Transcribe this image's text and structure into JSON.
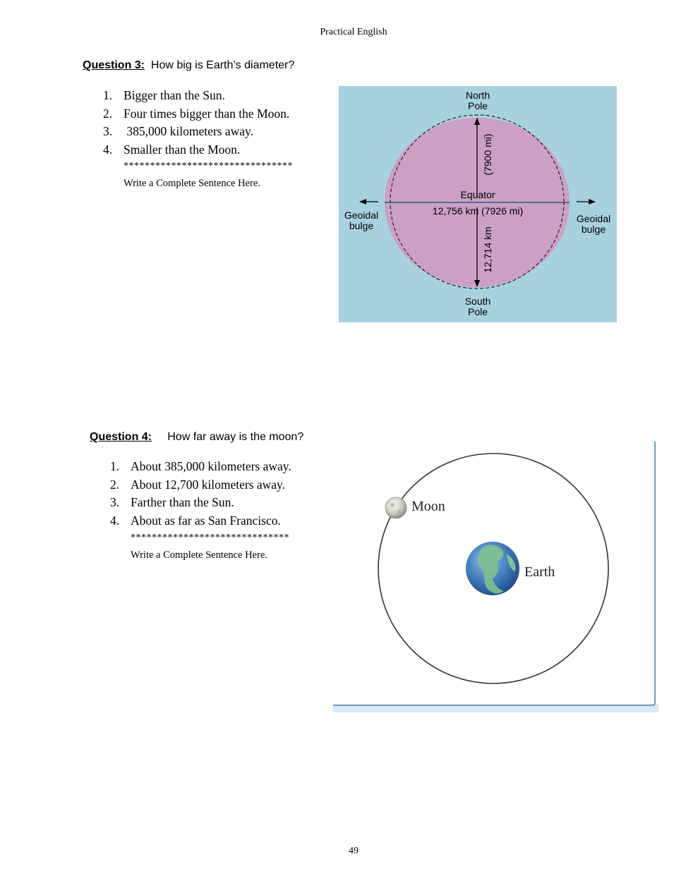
{
  "header": {
    "title": "Practical English"
  },
  "question3": {
    "label": "Question 3:",
    "prompt": "How big is Earth’s diameter?",
    "choices": [
      {
        "num": "1.",
        "text": "Bigger than the Sun."
      },
      {
        "num": "2.",
        "text": "Four times bigger  than the Moon."
      },
      {
        "num": "3.",
        "text": " 385,000 kilometers away."
      },
      {
        "num": "4.",
        "text": "Smaller than the Moon."
      }
    ],
    "stars": "********************************",
    "write_prompt": "Write a Complete Sentence Here.",
    "figure": {
      "north_pole": [
        "North",
        "Pole"
      ],
      "south_pole": [
        "South",
        "Pole"
      ],
      "equator": "Equator",
      "equator_diameter": "12,756 km (7926 mi)",
      "polar_top": "(7900 mi)",
      "polar_bottom": "12,714 km",
      "bulge_left": [
        "Geoidal",
        "bulge"
      ],
      "bulge_right": [
        "Geoidal",
        "bulge"
      ],
      "colors": {
        "background": "#a8d1e0",
        "earth": "#cc9fc4",
        "line": "#2a5f95"
      }
    }
  },
  "question4": {
    "label": "Question 4:",
    "prompt": "How far away is the moon?",
    "choices": [
      {
        "num": "1.",
        "text": "About 385,000 kilometers away."
      },
      {
        "num": "2.",
        "text": "About 12,700 kilometers away."
      },
      {
        "num": "3.",
        "text": "Farther than the Sun."
      },
      {
        "num": "4.",
        "text": "About as far as San Francisco."
      }
    ],
    "stars": "******************************",
    "write_prompt": "Write a Complete Sentence Here.",
    "figure": {
      "moon_label": "Moon",
      "earth_label": "Earth"
    }
  },
  "footer": {
    "page_number": "49"
  }
}
